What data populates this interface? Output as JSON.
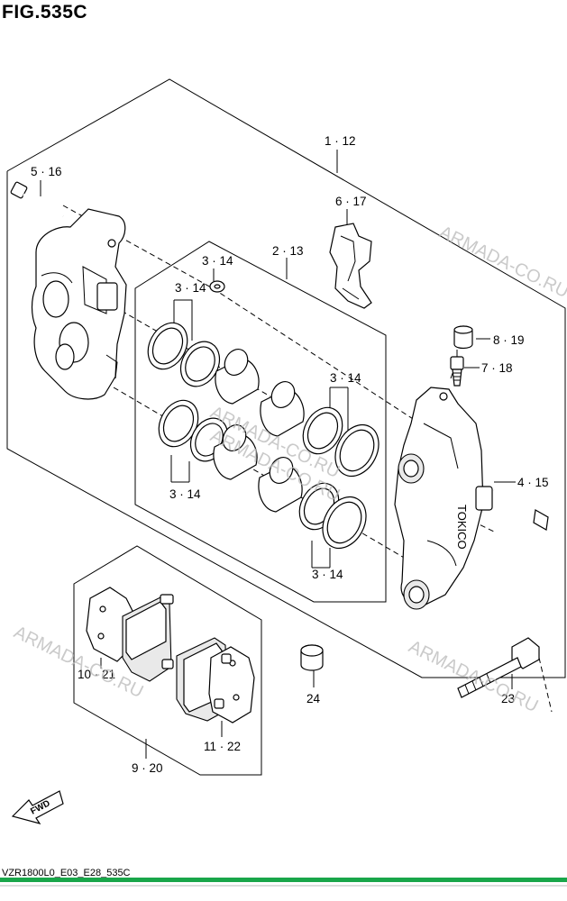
{
  "figure": {
    "title": "FIG.535C",
    "code": "VZR1800L0_E03_E28_535C"
  },
  "labels": {
    "p1": "1 · 12",
    "p2": "2 · 13",
    "p3a": "3 · 14",
    "p3b": "3 · 14",
    "p3c": "3 · 14",
    "p3d": "3 · 14",
    "p3e": "3 · 14",
    "p4": "4 · 15",
    "p5": "5 · 16",
    "p6": "6 · 17",
    "p7": "7 · 18",
    "p8": "8 · 19",
    "p9": "9 · 20",
    "p10": "10 · 21",
    "p11": "11 · 22",
    "p23": "23",
    "p24": "24"
  },
  "watermarks": [
    "ARMADA-CO.RU",
    "ARMADA-CO.RU",
    "ARMADA-CO.RU",
    "ARMADA-CO.RU",
    "ARMADA-CO.RU"
  ],
  "badge": {
    "fwd": "FWD"
  },
  "caliper_brand": "TOKICO",
  "colors": {
    "line": "#000000",
    "watermark": "#b9b9b9",
    "bottom_stripe": "#19a64a"
  }
}
